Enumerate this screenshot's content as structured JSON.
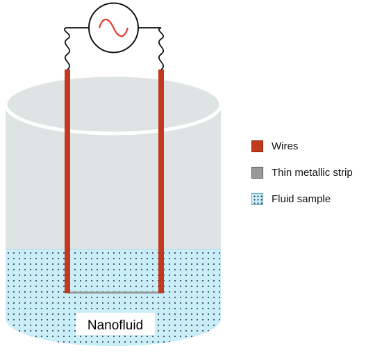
{
  "diagram": {
    "vessel_label": "Nanofluid",
    "source_icon": "ac-sine-wave-icon"
  },
  "legend": {
    "items": [
      {
        "label": "Wires",
        "swatch": "wire",
        "color": "#c23a1e"
      },
      {
        "label": "Thin metallic strip",
        "swatch": "strip",
        "color": "#9a9a9a"
      },
      {
        "label": "Fluid sample",
        "swatch": "fluid",
        "color": "#c9eefa"
      }
    ]
  },
  "colors": {
    "wire": "#c23a1e",
    "strip": "#9a9a9a",
    "fluid": "#c9eefa",
    "container": "#e0e3e3"
  }
}
